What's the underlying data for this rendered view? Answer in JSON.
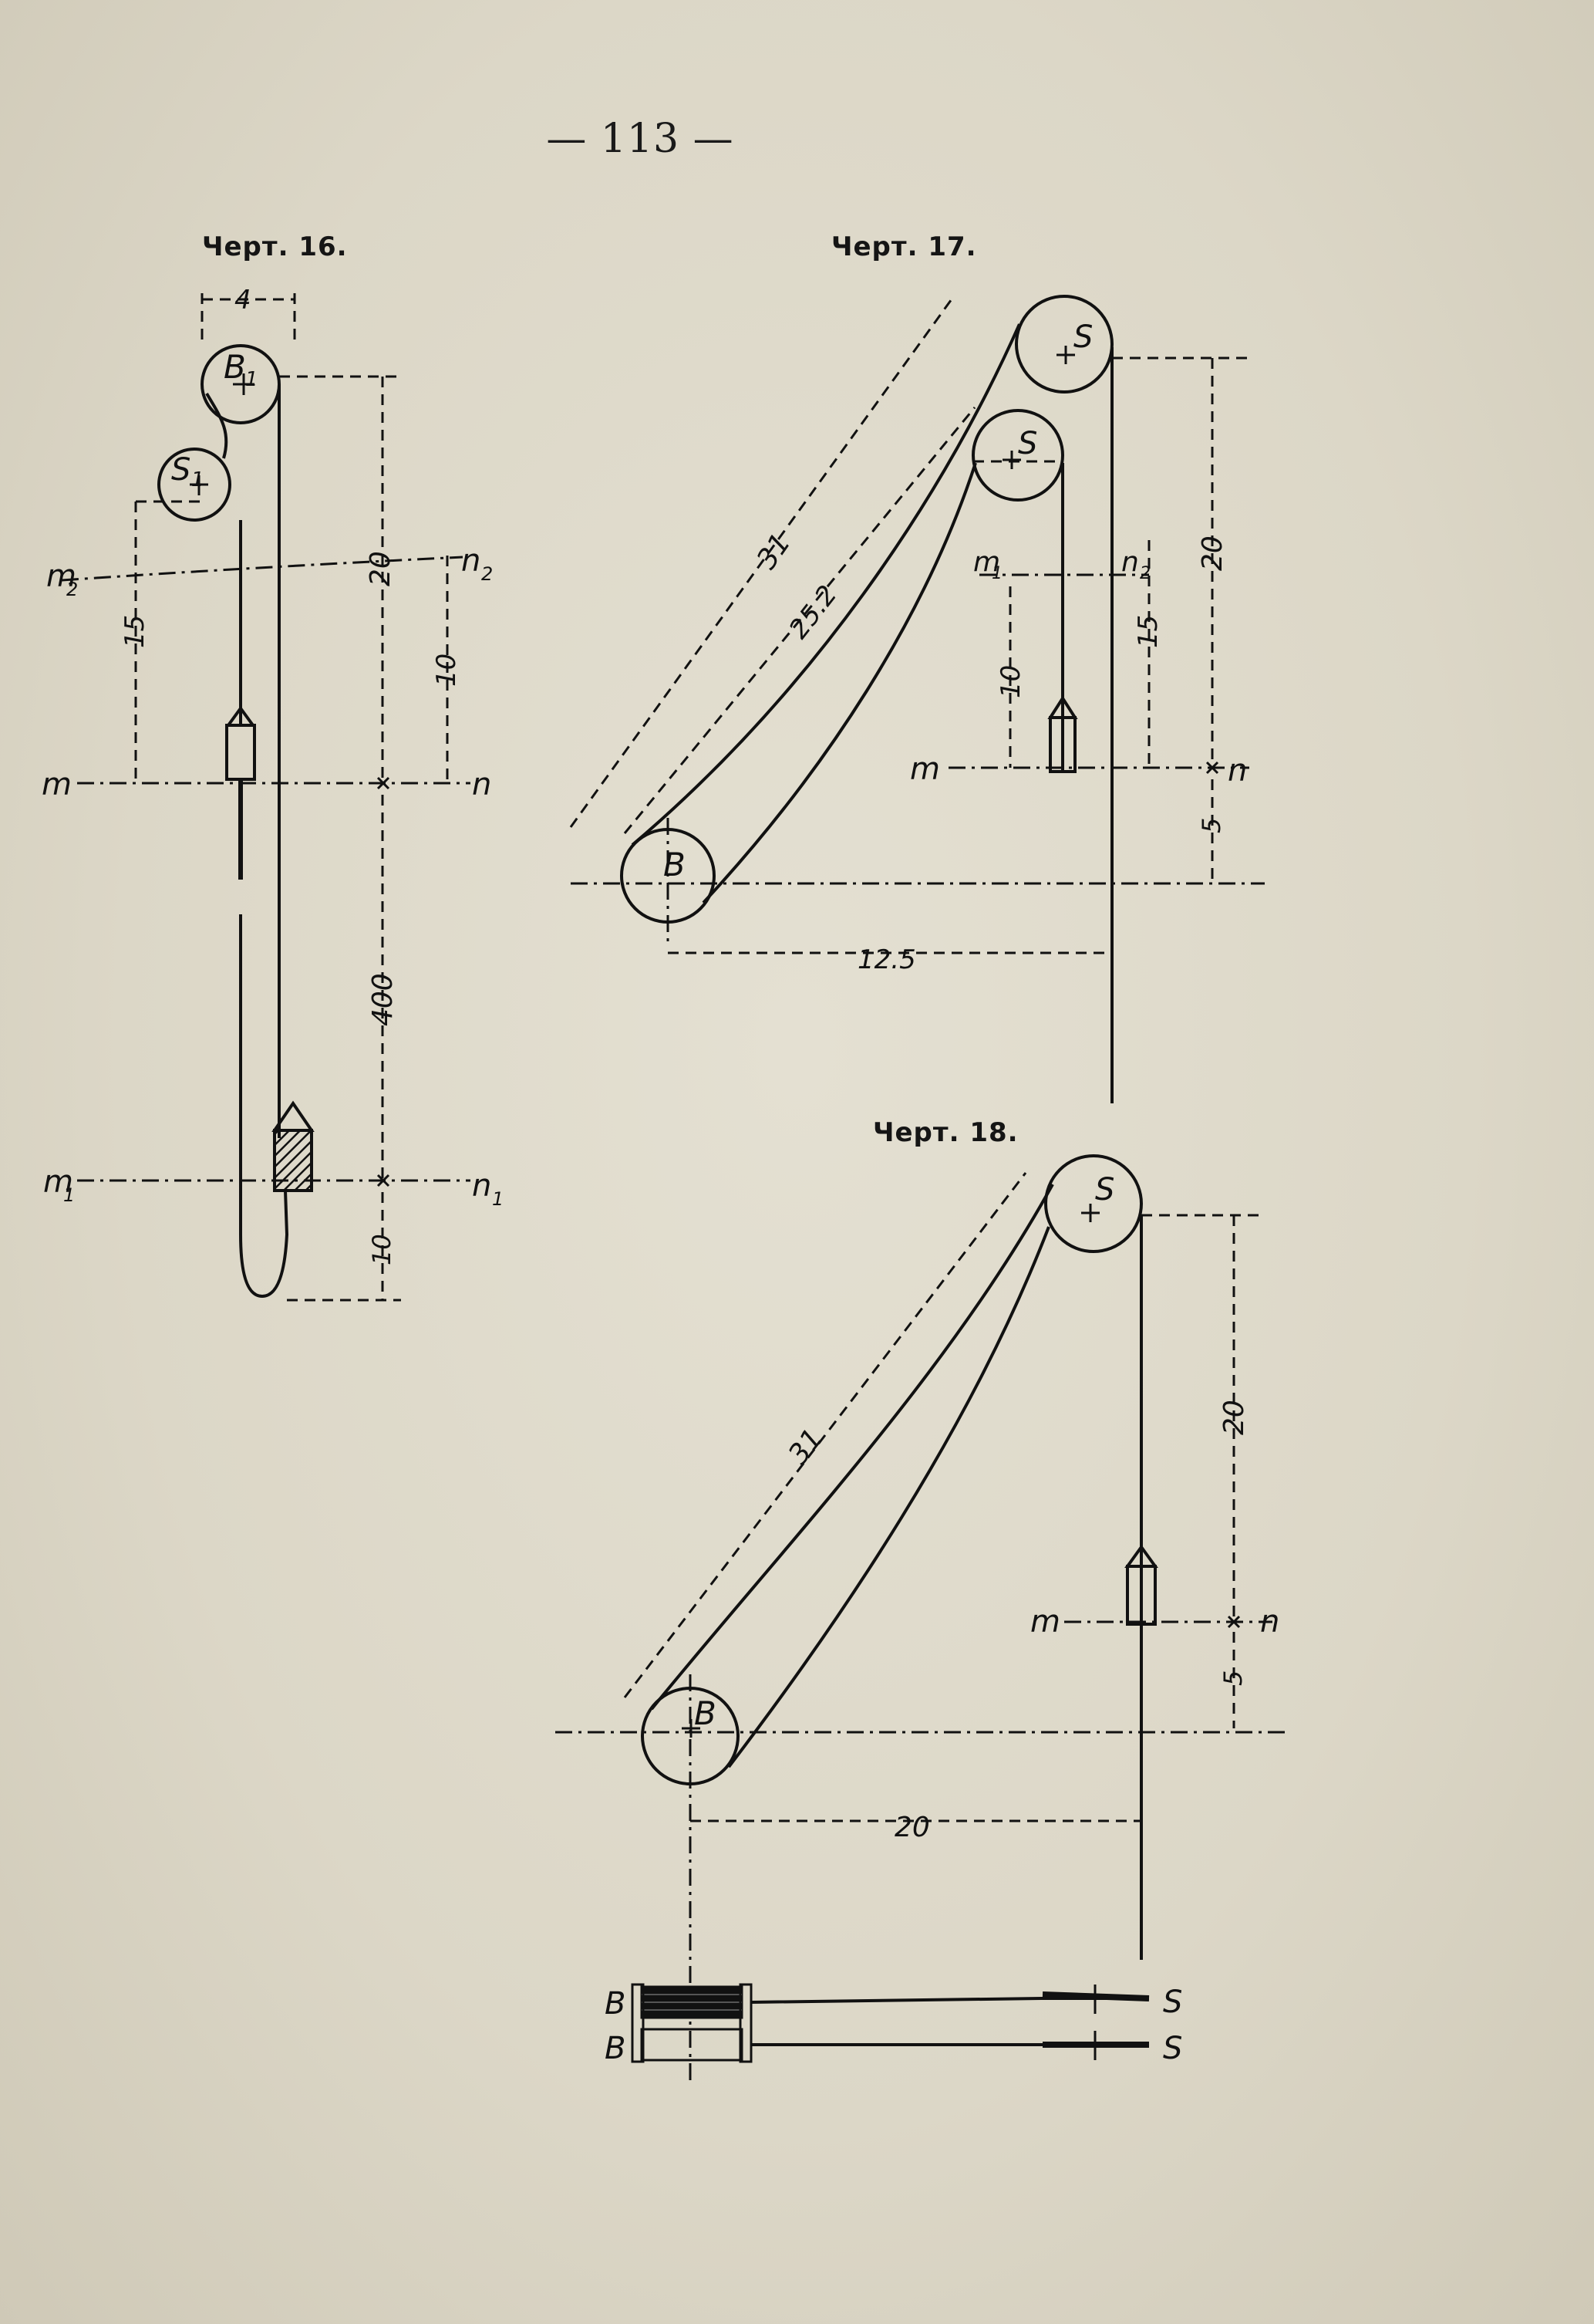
{
  "page": {
    "number": "— 113 —"
  },
  "figures": [
    {
      "caption": "Черт. 16.",
      "labels": {
        "pulley_upper": "B",
        "pulley_upper_sub": "1",
        "pulley_lower": "S",
        "pulley_lower_sub": "1",
        "dim_top": "4",
        "dim_20": "20",
        "dim_15": "15",
        "dim_10a": "10",
        "dim_400": "400",
        "dim_10b": "10",
        "m2": "m",
        "m2_sub": "2",
        "n2": "n",
        "n2_sub": "2",
        "m": "m",
        "n": "n",
        "m1": "m",
        "m1_sub": "1",
        "n1": "n",
        "n1_sub": "1"
      }
    },
    {
      "caption": "Черт. 17.",
      "labels": {
        "pulley_s_upper": "S",
        "pulley_s_lower": "S",
        "pulley_b": "B",
        "dim_31": "31",
        "dim_252": "25.2",
        "dim_20": "20",
        "dim_15": "15",
        "dim_10": "10",
        "dim_5": "5",
        "dim_125": "12.5",
        "m1": "m",
        "m1_sub": "1",
        "n1": "n",
        "n1_sub": "2",
        "m": "m",
        "n": "n"
      }
    },
    {
      "caption": "Черт. 18.",
      "labels": {
        "pulley_s": "S",
        "pulley_b": "B",
        "dim_31": "31",
        "dim_20v": "20",
        "dim_5": "5",
        "dim_20h": "20",
        "m": "m",
        "n": "n",
        "drum_b1": "B",
        "drum_b2": "B",
        "rope_s1": "S",
        "rope_s2": "S"
      }
    }
  ]
}
